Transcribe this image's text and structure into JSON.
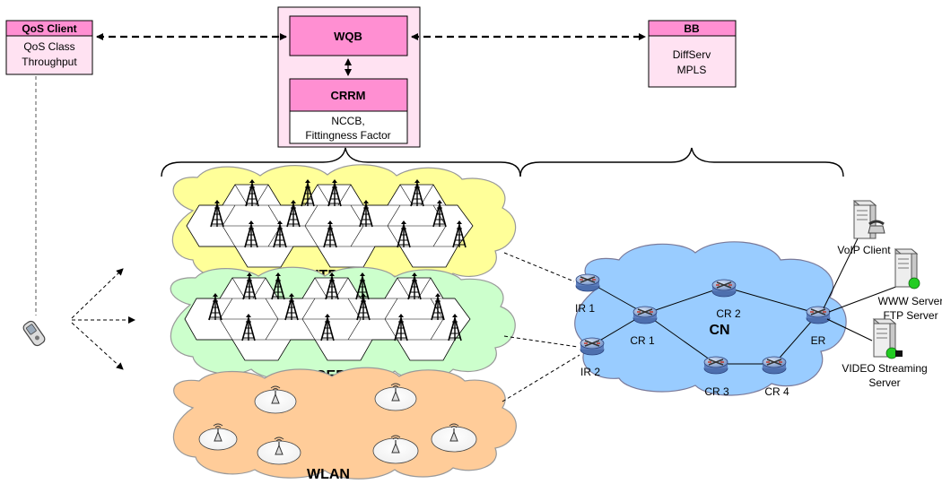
{
  "qos_client": {
    "title": "QoS Client",
    "line1": "QoS Class",
    "line2": "Throughput"
  },
  "wqb": {
    "title": "WQB"
  },
  "crrm": {
    "title": "CRRM",
    "line1": "NCCB,",
    "line2": "Fittingness Factor"
  },
  "bb": {
    "title": "BB",
    "line1": "DiffServ",
    "line2": "MPLS"
  },
  "ran": {
    "utran": "UTRAN",
    "geran": "GERAN",
    "wlan": "WLAN"
  },
  "core": {
    "label": "CN",
    "routers": {
      "ir1": "IR 1",
      "ir2": "IR 2",
      "cr1": "CR 1",
      "cr2": "CR 2",
      "cr3": "CR 3",
      "cr4": "CR 4",
      "er": "ER"
    }
  },
  "servers": {
    "voip": "VoIP Client",
    "www": "WWW Server",
    "ftp": "FTP Server",
    "video1": "VIDEO Streaming",
    "video2": "Server"
  },
  "colors": {
    "box_pink": "#ff8fd2",
    "box_bg": "#ffe2f2",
    "utran_fill": "#ffff99",
    "geran_fill": "#ccffcc",
    "wlan_fill": "#ffcc99",
    "cn_fill": "#99ccff",
    "router_blue": "#5b7fbf"
  }
}
